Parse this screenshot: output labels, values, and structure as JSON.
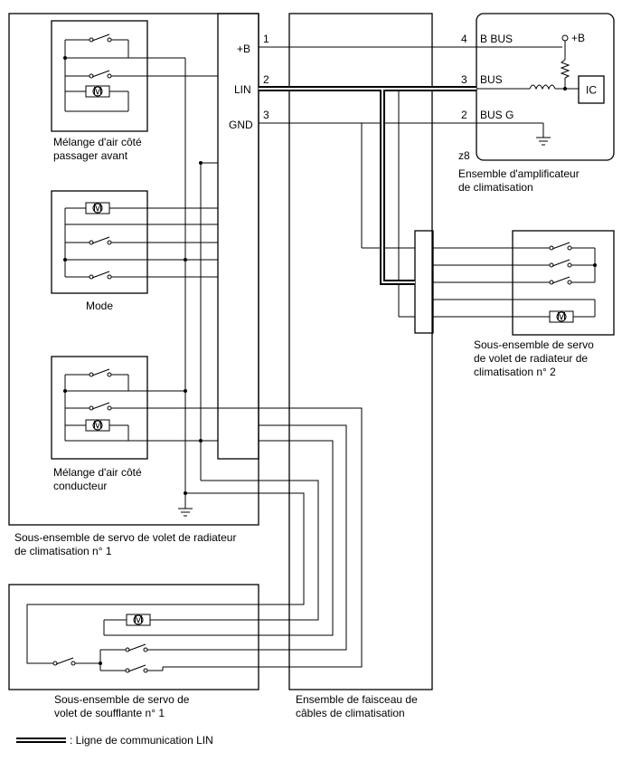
{
  "labels": {
    "pin_b": "+B",
    "pin_lin": "LIN",
    "pin_gnd": "GND",
    "n1": "1",
    "n2": "2",
    "n3": "3",
    "n4": "4",
    "n3b": "3",
    "n2b": "2",
    "b_bus": "B BUS",
    "bus": "BUS",
    "bus_g": "BUS G",
    "plus_b_right": "+B",
    "ic": "IC",
    "z8": "z8",
    "amp_line1": "Ensemble d'amplificateur",
    "amp_line2": "de climatisation",
    "passenger_line1": "Mélange d'air côté",
    "passenger_line2": "passager avant",
    "mode": "Mode",
    "driver_line1": "Mélange d'air côté",
    "driver_line2": "conducteur",
    "servo1_line1": "Sous-ensemble de servo de volet de radiateur",
    "servo1_line2": "de climatisation n° 1",
    "blower_line1": "Sous-ensemble de servo de",
    "blower_line2": "volet de soufflante n° 1",
    "harness_line1": "Ensemble de faisceau de",
    "harness_line2": "câbles de climatisation",
    "servo2_line1": "Sous-ensemble de servo",
    "servo2_line2": "de volet de radiateur de",
    "servo2_line3": "climatisation n° 2",
    "legend": ": Ligne de communication LIN",
    "motor_symbol": "M"
  },
  "icons": [
    "motor-icon",
    "switch-icon",
    "ground-icon",
    "coil-icon",
    "resistor-icon"
  ],
  "colors": {
    "line": "#000000",
    "background": "#ffffff"
  }
}
